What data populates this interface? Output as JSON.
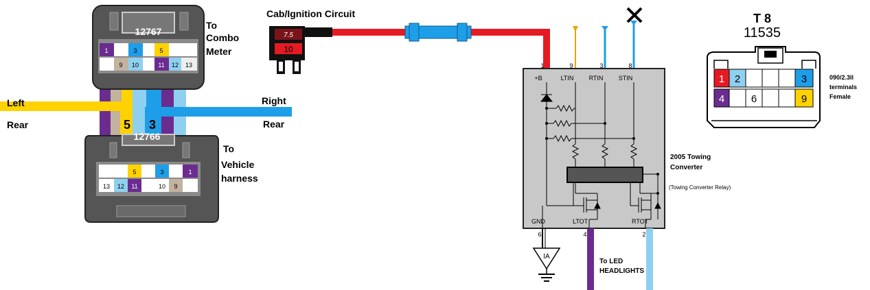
{
  "colors": {
    "red": "#e41b23",
    "yellow": "#ffd200",
    "blue": "#1e9ee8",
    "light_blue": "#8fd0f0",
    "purple": "#6b2c8f",
    "tan": "#c2b29e",
    "dark_gray": "#555555",
    "box_gray": "#c8c8c8"
  },
  "connector_top": {
    "id": "12767",
    "label_line1": "To",
    "label_line2": "Combo",
    "label_line3": "Meter",
    "pins_row1": [
      "1",
      "3",
      "5"
    ],
    "pins_row2": [
      "9",
      "10",
      "11",
      "12",
      "13"
    ]
  },
  "connector_bottom": {
    "id": "12766",
    "label_line1": "To",
    "label_line2": "Vehicle",
    "label_line3": "harness",
    "pins_row1": [
      "5",
      "3",
      "1"
    ],
    "pins_row2": [
      "13",
      "12",
      "11",
      "10",
      "9"
    ]
  },
  "wires": {
    "left_label1": "Left",
    "left_label2": "Rear",
    "left_number": "5",
    "right_label1": "Right",
    "right_label2": "Rear",
    "right_number": "3"
  },
  "fuse": {
    "title": "Cab/Ignition Circuit",
    "top_value": "7.5",
    "bottom_value": "10"
  },
  "converter": {
    "title_line1": "2005 Towing",
    "title_line2": "Converter",
    "relay_note": "(Towing Converter Relay)",
    "pins_top": [
      {
        "num": "1",
        "name": "+B"
      },
      {
        "num": "9",
        "name": "LTIN"
      },
      {
        "num": "3",
        "name": "RTIN"
      },
      {
        "num": "8",
        "name": "STIN"
      }
    ],
    "pins_bottom": [
      {
        "num": "6",
        "name": "GND"
      },
      {
        "num": "4",
        "name": "LTOT"
      },
      {
        "num": "2",
        "name": "RTOT"
      }
    ],
    "ground_label": "IA",
    "led_line1": "To LED",
    "led_line2": "HEADLIGHTS"
  },
  "t8": {
    "title": "T 8",
    "part": "11535",
    "pins": [
      "1",
      "2",
      "3",
      "4",
      "6",
      "9"
    ],
    "note_line1": "090/2.3ll",
    "note_line2": "terminals",
    "note_line3": "Female"
  }
}
